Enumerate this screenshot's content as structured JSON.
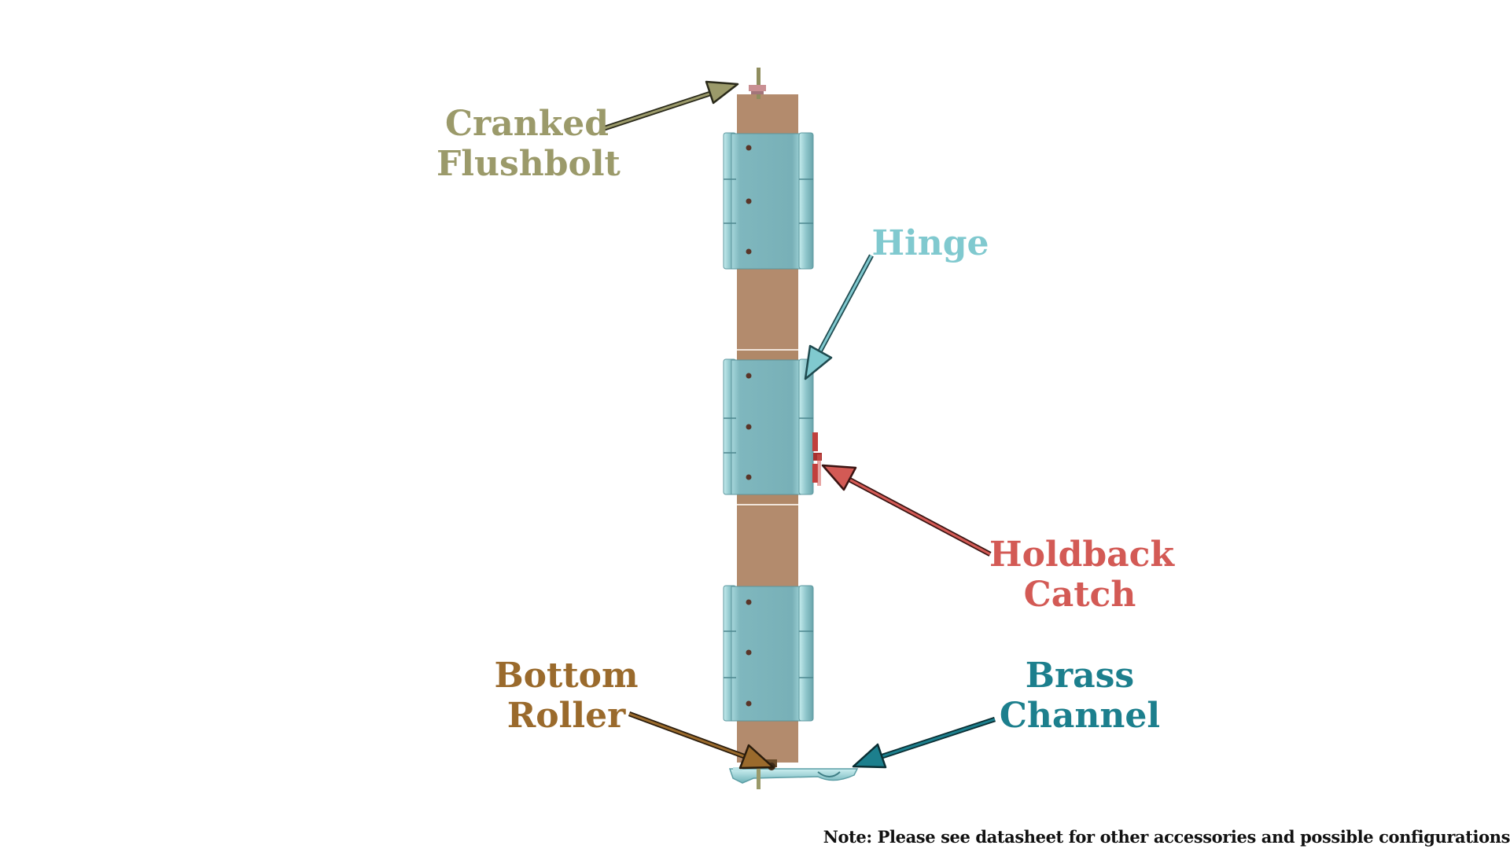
{
  "colors": {
    "door": "#b38b6d",
    "hinge_face": "#7cb6bd",
    "hinge_edge": "#a9d8dc",
    "screw": "#5a3528",
    "flushbolt": "#9b9a6a",
    "hinge_accent": "#80c9cf",
    "holdback": "#d35a55",
    "roller": "#9a6a2c",
    "channel": "#1c7f8d"
  },
  "labels": {
    "flushbolt": [
      "Cranked",
      "Flushbolt"
    ],
    "hinge": [
      "Hinge"
    ],
    "holdback": [
      "Holdback",
      "Catch"
    ],
    "roller": [
      "Bottom",
      "Roller"
    ],
    "channel": [
      "Brass",
      "Channel"
    ]
  },
  "note": "Note: Please see datasheet for other accessories and possible configurations"
}
